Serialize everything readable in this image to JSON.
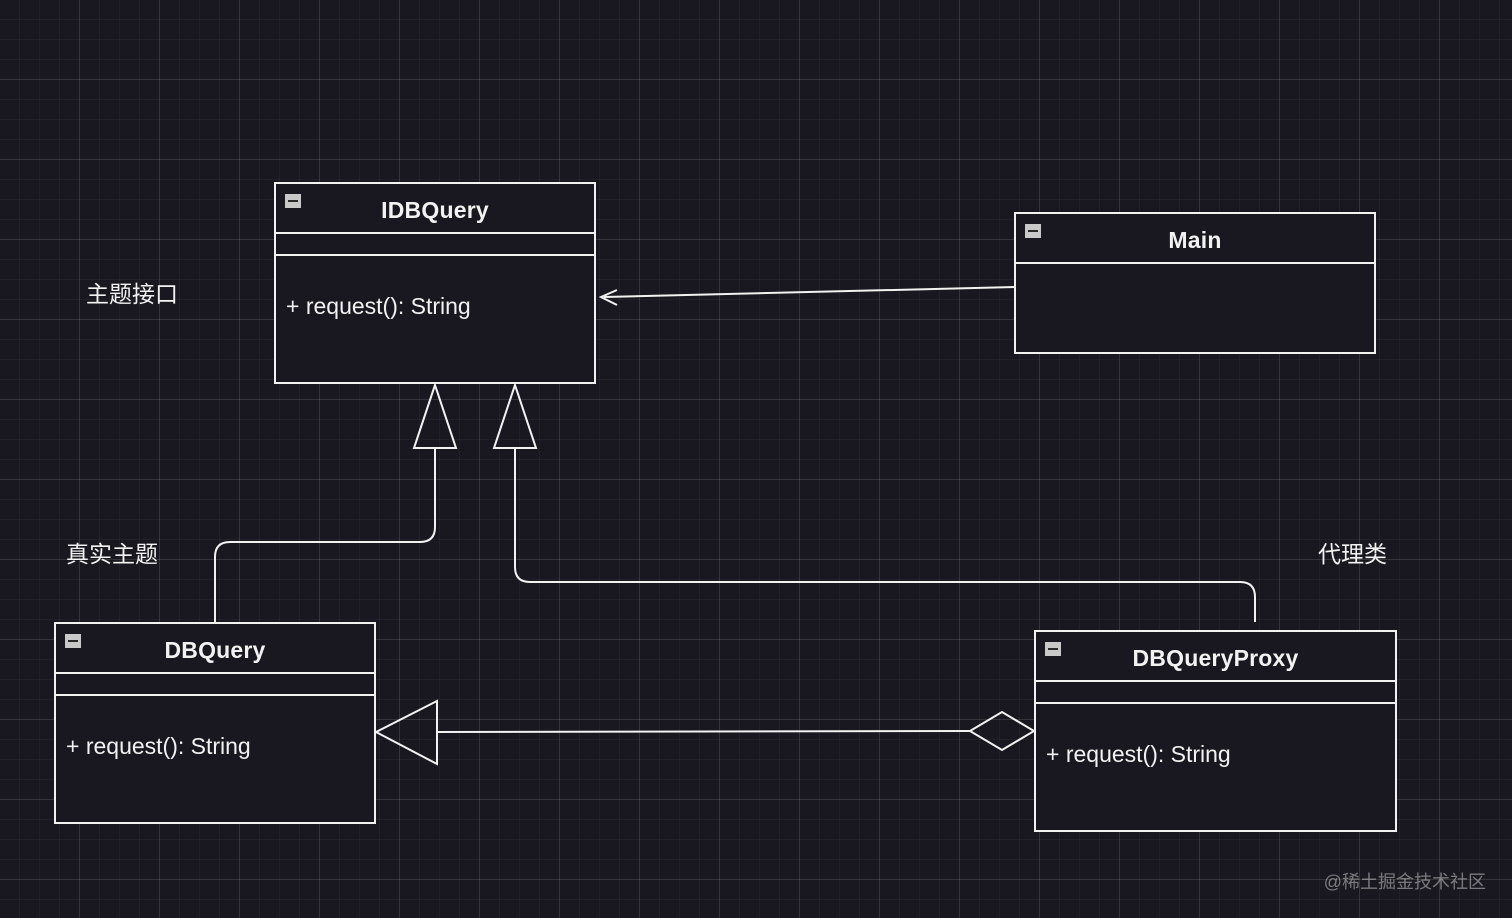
{
  "diagram": {
    "classes": {
      "idbquery": {
        "name": "IDBQuery",
        "method": "+ request(): String"
      },
      "main": {
        "name": "Main"
      },
      "dbquery": {
        "name": "DBQuery",
        "method": "+ request(): String"
      },
      "dbqueryproxy": {
        "name": "DBQueryProxy",
        "method": "+ request(): String"
      }
    },
    "notes": {
      "subject_interface": "主题接口",
      "real_subject": "真实主题",
      "proxy_class": "代理类"
    },
    "relations": [
      {
        "from": "Main",
        "to": "IDBQuery",
        "type": "dependency-arrow"
      },
      {
        "from": "DBQuery",
        "to": "IDBQuery",
        "type": "realization"
      },
      {
        "from": "DBQueryProxy",
        "to": "IDBQuery",
        "type": "realization"
      },
      {
        "from": "DBQueryProxy",
        "to": "DBQuery",
        "type": "aggregation"
      }
    ]
  },
  "watermark": "@稀土掘金技术社区",
  "colors": {
    "background": "#191820",
    "line": "#f2f2f2"
  }
}
